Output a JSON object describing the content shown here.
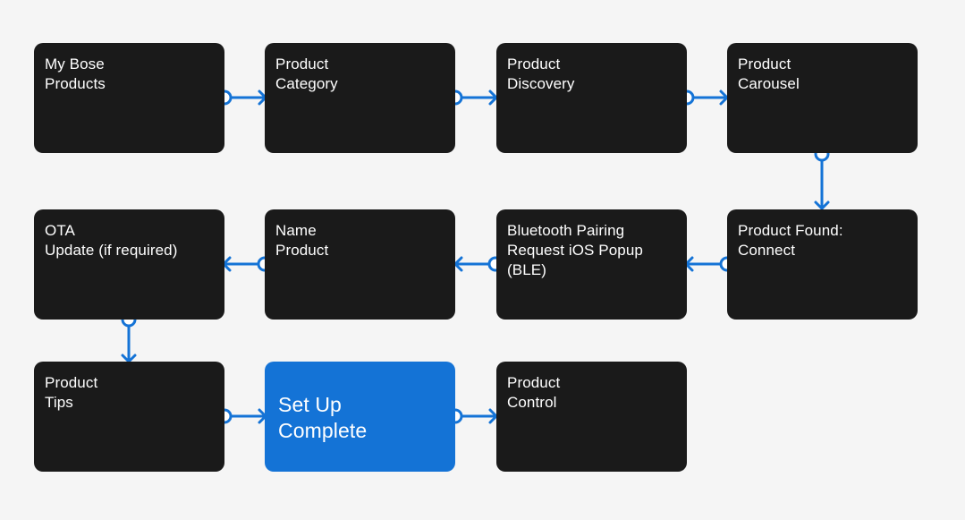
{
  "colors": {
    "background": "#f5f5f5",
    "node": "#1a1a1a",
    "highlight": "#1473d6",
    "connector": "#1473d6",
    "text": "#ffffff"
  },
  "nodes": [
    {
      "id": "my-bose-products",
      "label": "My Bose\nProducts"
    },
    {
      "id": "product-category",
      "label": "Product\nCategory"
    },
    {
      "id": "product-discovery",
      "label": "Product\nDiscovery"
    },
    {
      "id": "product-carousel",
      "label": "Product\nCarousel"
    },
    {
      "id": "product-found-connect",
      "label": "Product Found:\nConnect"
    },
    {
      "id": "bluetooth-pairing",
      "label": "Bluetooth Pairing\nRequest iOS Popup\n(BLE)"
    },
    {
      "id": "name-product",
      "label": "Name\nProduct"
    },
    {
      "id": "ota-update",
      "label": "OTA\nUpdate (if required)"
    },
    {
      "id": "product-tips",
      "label": "Product\nTips"
    },
    {
      "id": "set-up-complete",
      "label": "Set Up\nComplete",
      "highlight": true
    },
    {
      "id": "product-control",
      "label": "Product\nControl"
    }
  ],
  "edges": [
    {
      "from": "my-bose-products",
      "to": "product-category"
    },
    {
      "from": "product-category",
      "to": "product-discovery"
    },
    {
      "from": "product-discovery",
      "to": "product-carousel"
    },
    {
      "from": "product-carousel",
      "to": "product-found-connect"
    },
    {
      "from": "product-found-connect",
      "to": "bluetooth-pairing"
    },
    {
      "from": "bluetooth-pairing",
      "to": "name-product"
    },
    {
      "from": "name-product",
      "to": "ota-update"
    },
    {
      "from": "ota-update",
      "to": "product-tips"
    },
    {
      "from": "product-tips",
      "to": "set-up-complete"
    },
    {
      "from": "set-up-complete",
      "to": "product-control"
    }
  ]
}
